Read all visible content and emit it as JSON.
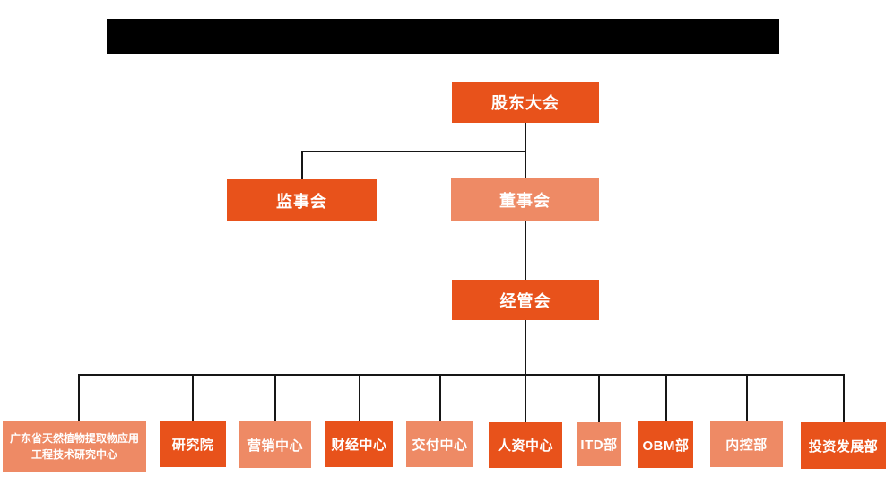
{
  "colors": {
    "bg": "#ffffff",
    "redacted": "#000000",
    "line": "#161616",
    "box-dark": "#E8521B",
    "box-light": "#EE8A65",
    "node-text": "#ffffff"
  },
  "org_chart": {
    "level1": {
      "label": "股东大会",
      "tone": "dark"
    },
    "level2": [
      {
        "label": "监事会",
        "tone": "dark"
      },
      {
        "label": "董事会",
        "tone": "light"
      }
    ],
    "level3": {
      "label": "经管会",
      "tone": "dark"
    },
    "level4": [
      {
        "label": "广东省天然植物提取物应用工程技术研究中心",
        "tone": "light"
      },
      {
        "label": "研究院",
        "tone": "dark"
      },
      {
        "label": "营销中心",
        "tone": "light"
      },
      {
        "label": "财经中心",
        "tone": "dark"
      },
      {
        "label": "交付中心",
        "tone": "light"
      },
      {
        "label": "人资中心",
        "tone": "dark"
      },
      {
        "label": "ITD部",
        "tone": "light"
      },
      {
        "label": "OBM部",
        "tone": "dark"
      },
      {
        "label": "内控部",
        "tone": "light"
      },
      {
        "label": "投资发展部",
        "tone": "dark"
      }
    ]
  }
}
